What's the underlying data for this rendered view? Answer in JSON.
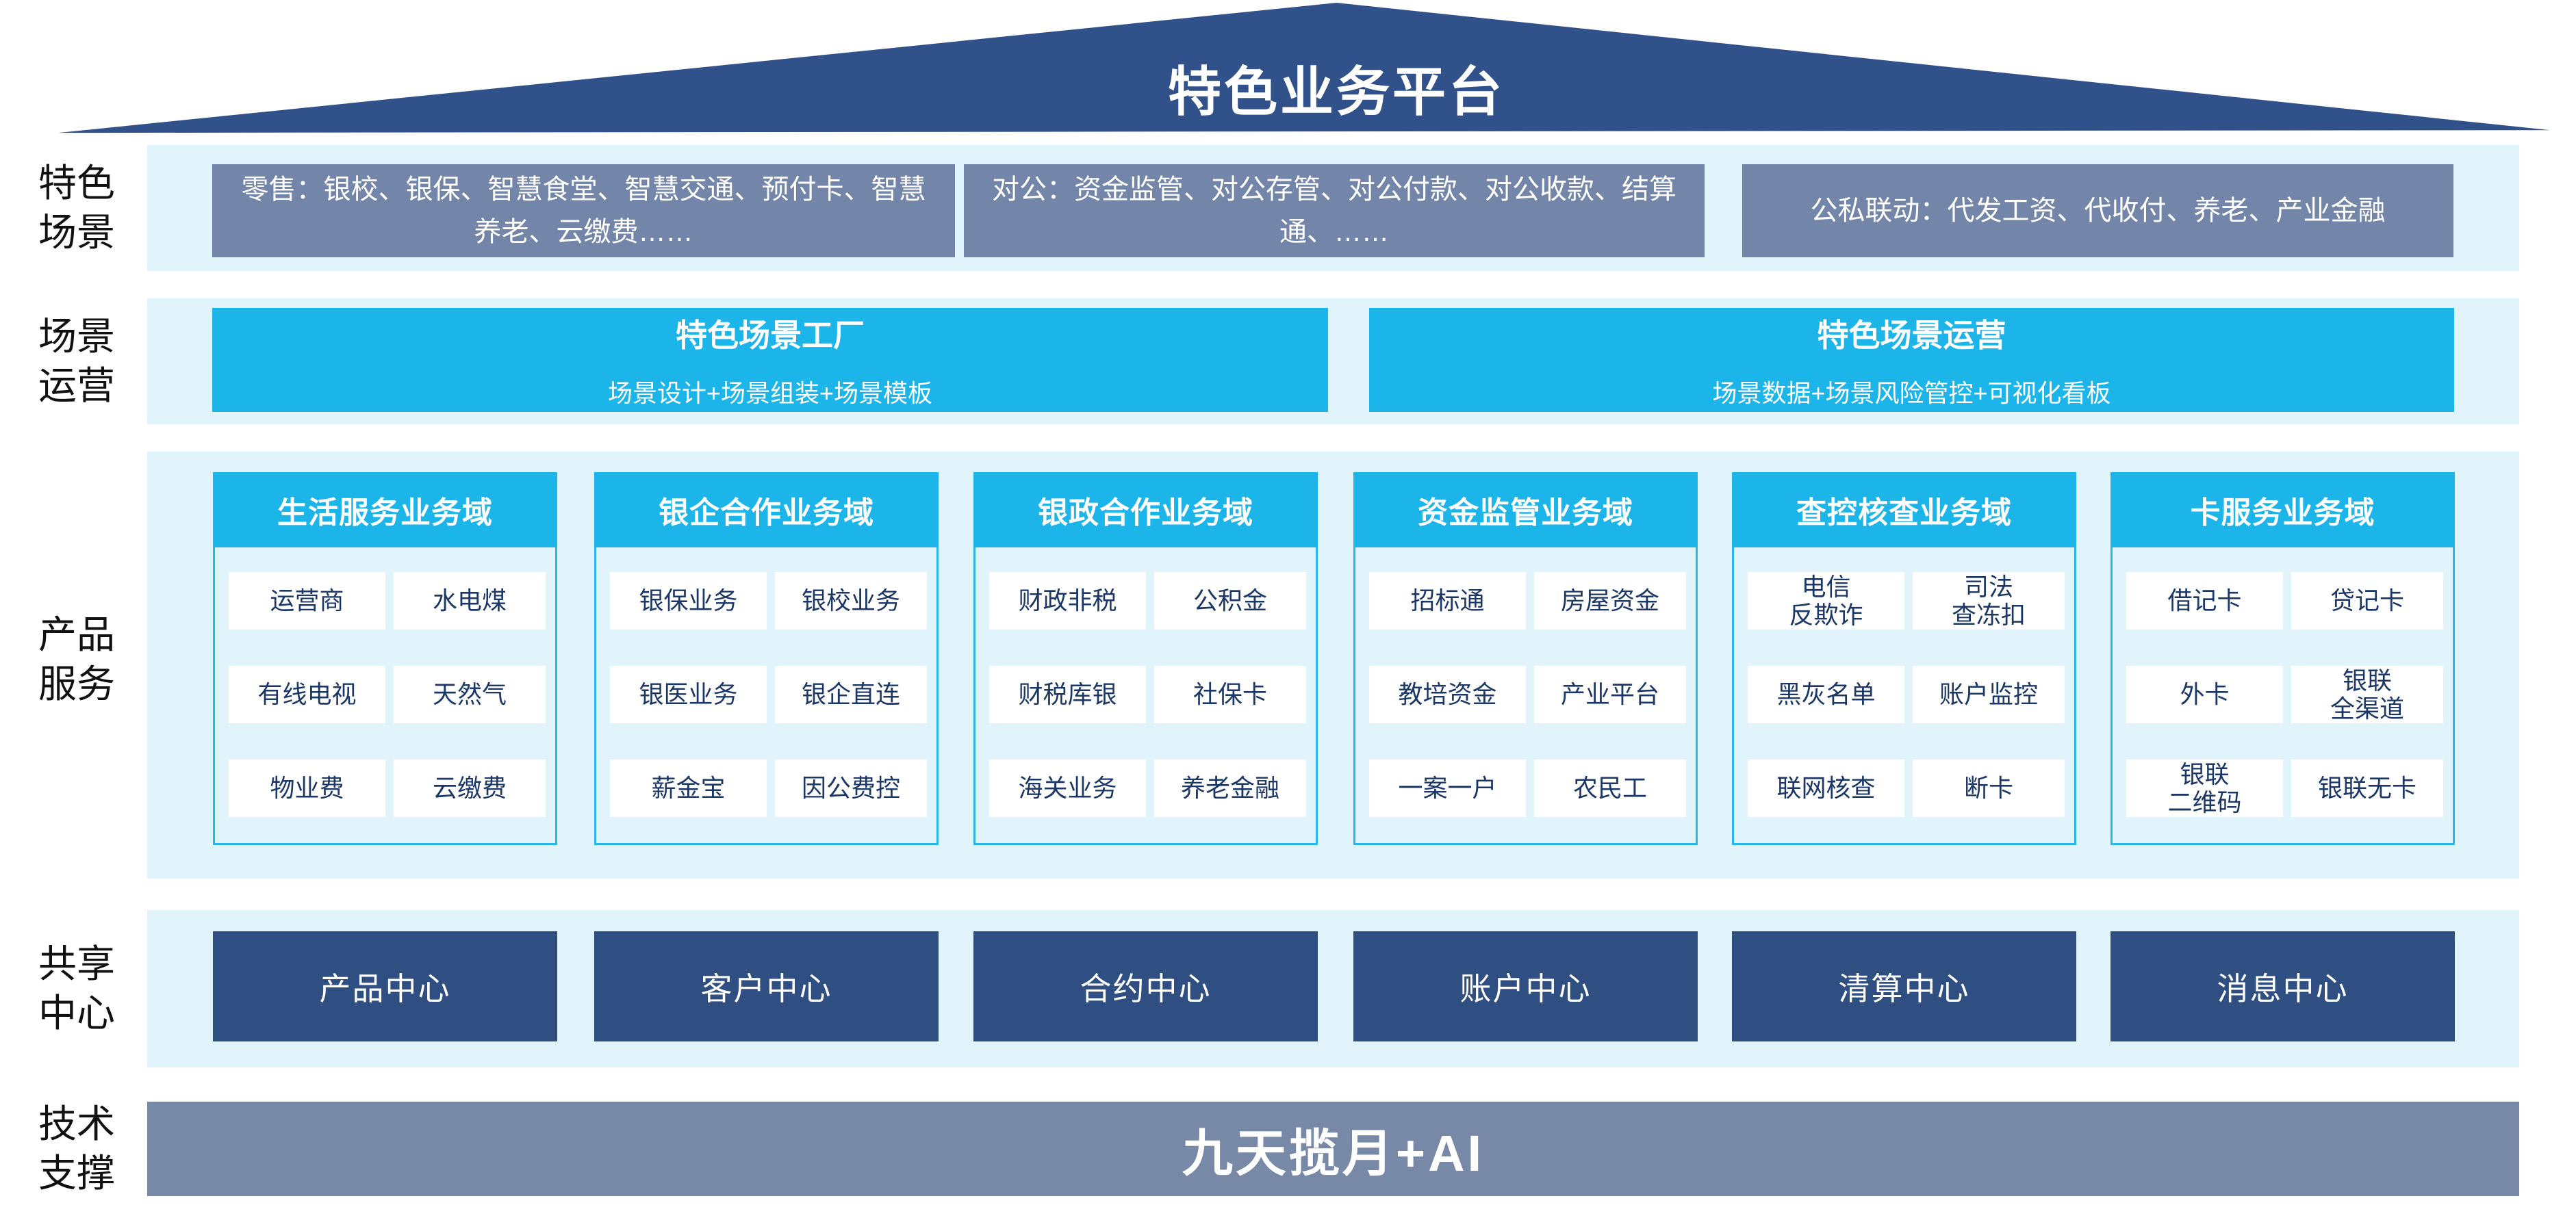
{
  "roof": {
    "title": "特色业务平台"
  },
  "side_labels": {
    "scenario": "特色\n场景",
    "operation": "场景\n运营",
    "product": "产品\n服务",
    "shared": "共享\n中心",
    "tech": "技术\n支撑"
  },
  "scenario_row": {
    "boxes": [
      "零售：银校、银保、智慧食堂、智慧交通、预付卡、智慧养老、云缴费……",
      "对公：资金监管、对公存管、对公付款、对公收款、结算通、……",
      "公私联动：代发工资、代收付、养老、产业金融"
    ]
  },
  "operation_row": {
    "boxes": [
      {
        "title": "特色场景工厂",
        "subtitle": "场景设计+场景组装+场景模板"
      },
      {
        "title": "特色场景运营",
        "subtitle": "场景数据+场景风险管控+可视化看板"
      }
    ]
  },
  "product_row": {
    "columns": [
      {
        "header": "生活服务业务域",
        "cells": [
          "运营商",
          "水电煤",
          "有线电视",
          "天然气",
          "物业费",
          "云缴费"
        ]
      },
      {
        "header": "银企合作业务域",
        "cells": [
          "银保业务",
          "银校业务",
          "银医业务",
          "银企直连",
          "薪金宝",
          "因公费控"
        ]
      },
      {
        "header": "银政合作业务域",
        "cells": [
          "财政非税",
          "公积金",
          "财税库银",
          "社保卡",
          "海关业务",
          "养老金融"
        ]
      },
      {
        "header": "资金监管业务域",
        "cells": [
          "招标通",
          "房屋资金",
          "教培资金",
          "产业平台",
          "一案一户",
          "农民工"
        ]
      },
      {
        "header": "查控核查业务域",
        "cells": [
          "电信\n反欺诈",
          "司法\n查冻扣",
          "黑灰名单",
          "账户监控",
          "联网核查",
          "断卡"
        ]
      },
      {
        "header": "卡服务业务域",
        "cells": [
          "借记卡",
          "贷记卡",
          "外卡",
          "银联\n全渠道",
          "银联\n二维码",
          "银联无卡"
        ]
      }
    ]
  },
  "shared_row": {
    "centers": [
      "产品中心",
      "客户中心",
      "合约中心",
      "账户中心",
      "清算中心",
      "消息中心"
    ]
  },
  "tech_row": {
    "bar": "九天揽月+AI"
  },
  "colors": {
    "roof_navy": "#31518B",
    "center_navy": "#2F4E82",
    "cyan": "#1CB5E9",
    "gray_blue": "#7386A9",
    "slate_bar": "#7789A6",
    "band_bg": "#E2F4FB",
    "cell_text": "#1B3767"
  }
}
